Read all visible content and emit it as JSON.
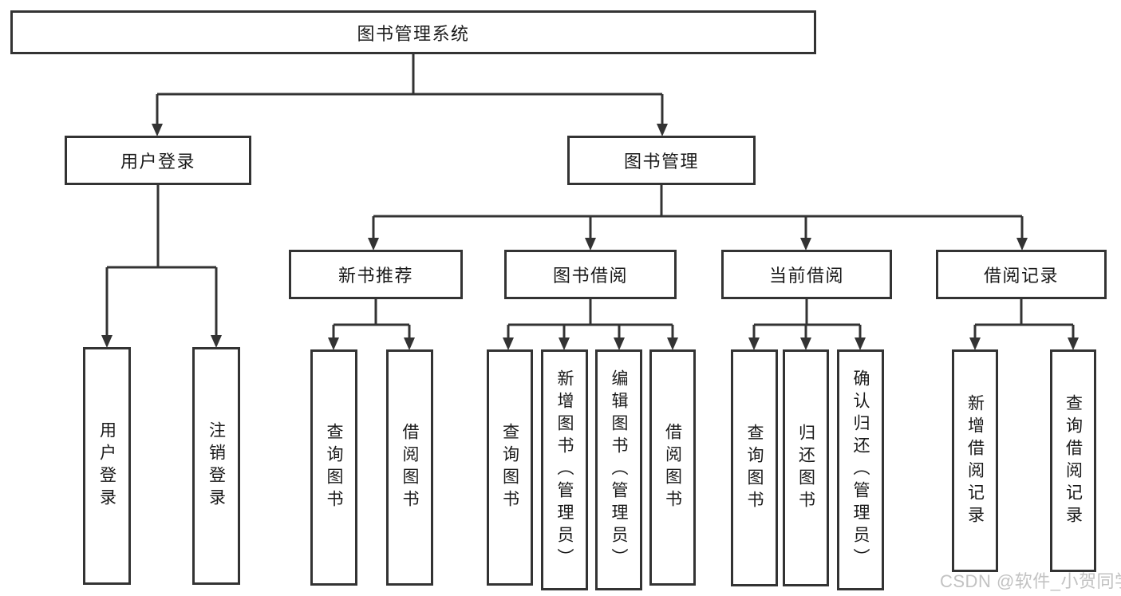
{
  "colors": {
    "line": "#333333",
    "node_border": "#333333",
    "node_text": "#1a1a1a",
    "background": "#ffffff",
    "watermark_text": "#c2c2c2"
  },
  "diagram": {
    "root": {
      "label": "图书管理系统"
    },
    "level2": {
      "user_login": {
        "label": "用户登录"
      },
      "book_mgmt": {
        "label": "图书管理"
      }
    },
    "level3": {
      "new_book": {
        "label": "新书推荐"
      },
      "book_borrow": {
        "label": "图书借阅"
      },
      "current_borrow": {
        "label": "当前借阅"
      },
      "borrow_record": {
        "label": "借阅记录"
      }
    },
    "leaves": {
      "user_login": {
        "login": "用户登录",
        "logout": "注销登录"
      },
      "new_book": {
        "query": "查询图书",
        "borrow": "借阅图书"
      },
      "book_borrow": {
        "query": "查询图书",
        "add": "新增图书（管理员）",
        "edit": "编辑图书（管理员）",
        "borrow": "借阅图书"
      },
      "current_borrow": {
        "query": "查询图书",
        "return": "归还图书",
        "confirm": "确认归还（管理员）"
      },
      "borrow_record": {
        "add": "新增借阅记录",
        "query": "查询借阅记录"
      }
    }
  },
  "watermark": {
    "text": "CSDN @软件_小贺同学"
  }
}
